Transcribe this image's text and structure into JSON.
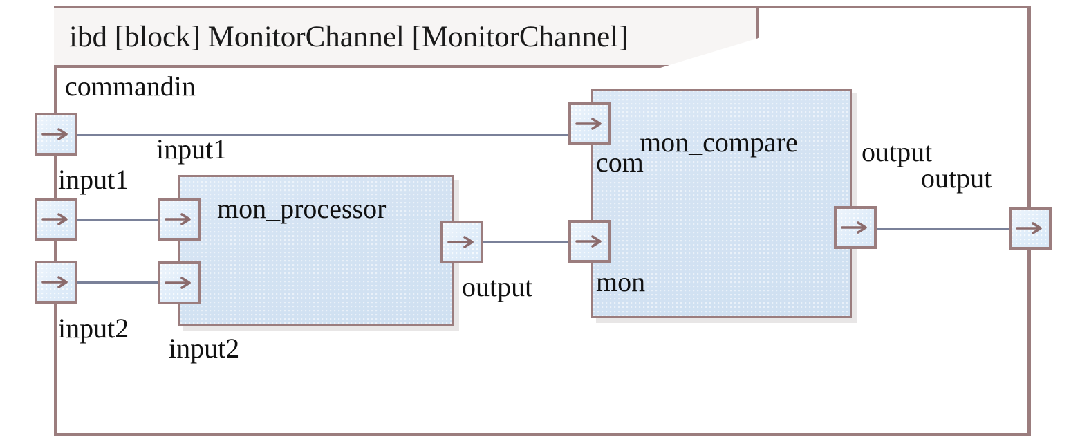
{
  "diagram": {
    "kind": "sysml-internal-block-diagram",
    "title": "ibd [block] MonitorChannel [MonitorChannel]",
    "frame_label_prefix": "ibd",
    "colors": {
      "frame_border": "#9b7d7e",
      "block_border": "#9b7d7e",
      "block_fill": "#d5e4f2",
      "port_fill": "#e3eefa",
      "port_border": "#9b7d7e",
      "connector": "#7a8199",
      "title_bg": "#f7f5f4",
      "text": "#111111",
      "background": "#ffffff"
    }
  },
  "boundary_ports": [
    {
      "id": "commandin",
      "label": "commandin",
      "direction": "in",
      "icon": "arrow-right-icon"
    },
    {
      "id": "input1",
      "label": "input1",
      "direction": "in",
      "icon": "arrow-right-icon"
    },
    {
      "id": "input2",
      "label": "input2",
      "direction": "in",
      "icon": "arrow-right-icon"
    },
    {
      "id": "output",
      "label": "output",
      "direction": "out",
      "icon": "arrow-right-icon"
    }
  ],
  "blocks": [
    {
      "id": "mon_processor",
      "name": "mon_processor",
      "ports_in": [
        {
          "id": "mp_input1",
          "label": "input1",
          "icon": "arrow-right-icon"
        },
        {
          "id": "mp_input2",
          "label": "input2",
          "icon": "arrow-right-icon"
        }
      ],
      "ports_out": [
        {
          "id": "mp_output",
          "label": "output",
          "icon": "arrow-right-icon"
        }
      ]
    },
    {
      "id": "mon_compare",
      "name": "mon_compare",
      "ports_in": [
        {
          "id": "mc_com",
          "label": "com",
          "icon": "arrow-right-icon"
        },
        {
          "id": "mc_mon",
          "label": "mon",
          "icon": "arrow-right-icon"
        }
      ],
      "ports_out": [
        {
          "id": "mc_output",
          "label": "output",
          "icon": "arrow-right-icon"
        }
      ]
    }
  ],
  "connectors": [
    {
      "id": "c1",
      "from": "commandin",
      "to": "mc_com"
    },
    {
      "id": "c2",
      "from": "input1",
      "to": "mp_input1"
    },
    {
      "id": "c3",
      "from": "input2",
      "to": "mp_input2"
    },
    {
      "id": "c4",
      "from": "mp_output",
      "to": "mc_mon"
    },
    {
      "id": "c5",
      "from": "mc_output",
      "to": "output"
    }
  ],
  "labels": {
    "commandin": "commandin",
    "boundary_input1": "input1",
    "boundary_input2": "input2",
    "mp_input1": "input1",
    "mp_input2": "input2",
    "mp_output": "output",
    "mc_com": "com",
    "mc_mon": "mon",
    "mc_output": "output",
    "boundary_output": "output",
    "mon_processor": "mon_processor",
    "mon_compare": "mon_compare"
  }
}
